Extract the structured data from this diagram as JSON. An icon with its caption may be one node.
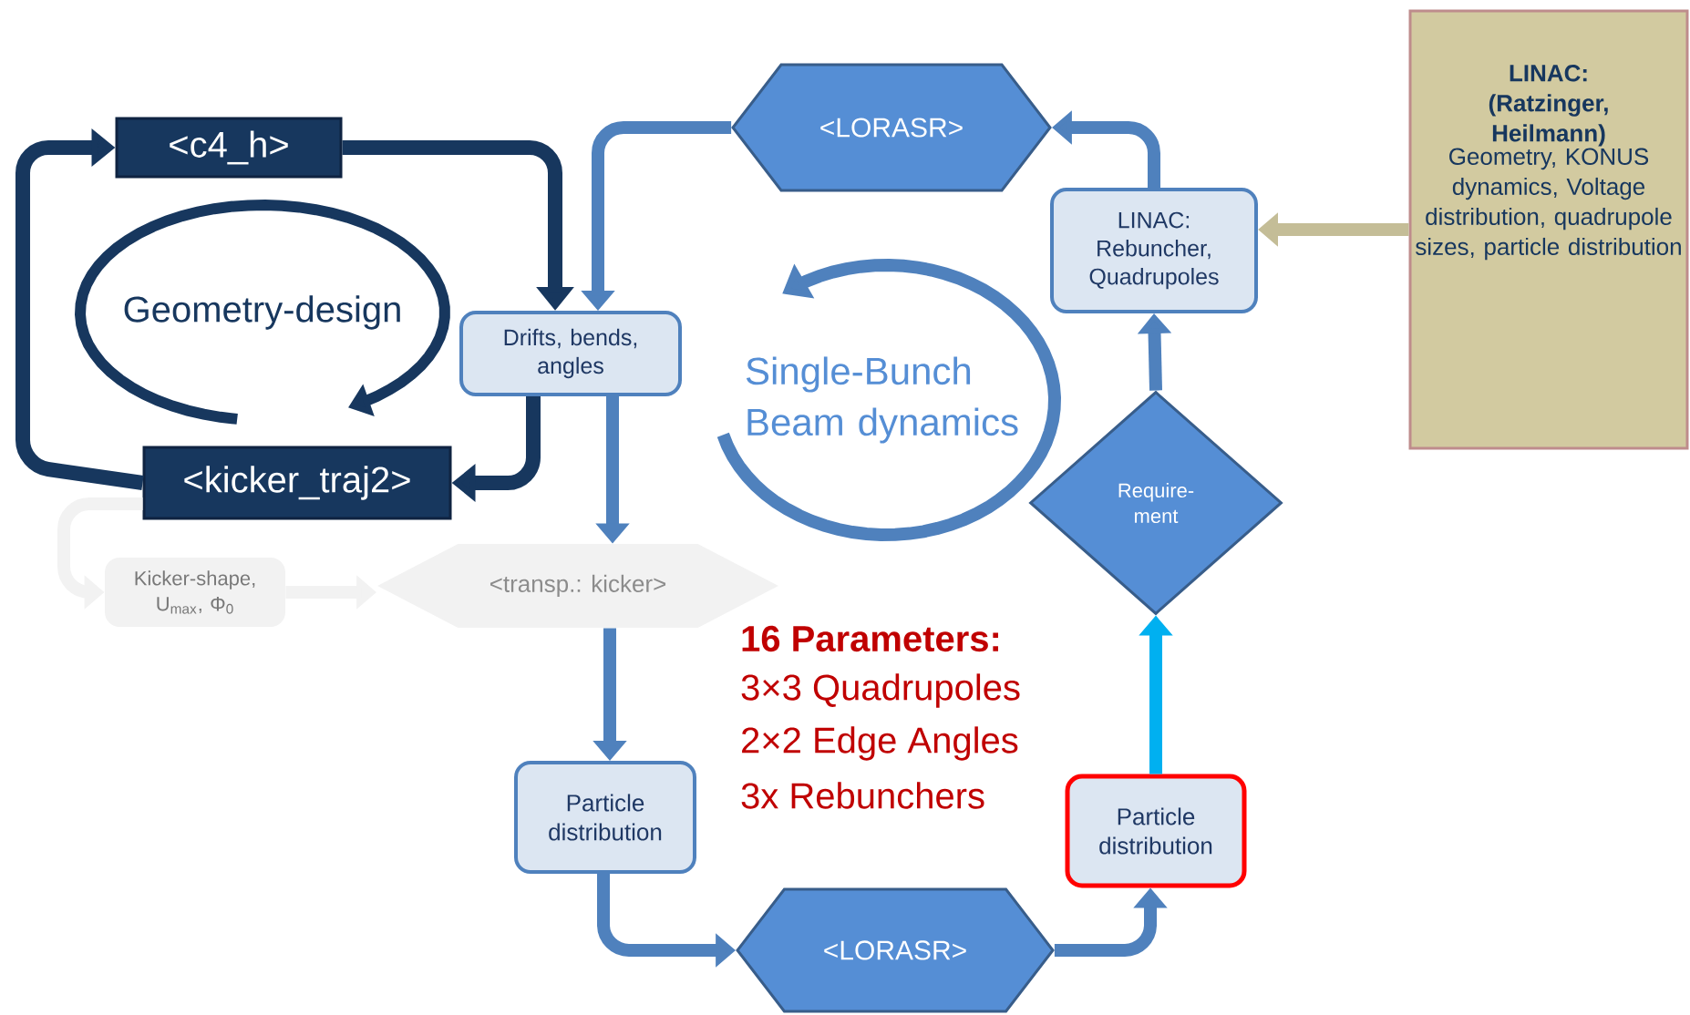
{
  "diagram": {
    "nodes": [
      {
        "text": [
          "<c4_h>"
        ]
      },
      {
        "text": [
          "Geometry-design"
        ]
      },
      {
        "text": [
          "Drifts, bends, angles"
        ]
      },
      {
        "text": [
          "<kicker_traj2>"
        ]
      },
      {
        "text": [
          "Kicker-shape, U$_{max}$, Φ$_{0}$"
        ]
      },
      {
        "text": [
          "<transp.: kicker>"
        ]
      },
      {
        "text": [
          "<LORASR>"
        ]
      },
      {
        "text": [
          "Single-Bunch Beam dynamics"
        ]
      },
      {
        "text": [
          "LINAC: Rebuncher, Quadrupoles"
        ]
      },
      {
        "text": [
          "LINAC: (Ratzinger, Heilmann)",
          "Geometry, KONUS dynamics, Voltage distribution, quadrupole sizes, particle distribution"
        ]
      },
      {
        "text": [
          "Require- ment"
        ]
      },
      {
        "text": [
          "Particle distribution"
        ]
      },
      {
        "text": [
          "<LORASR>"
        ]
      },
      {
        "text": [
          "Particle distribution"
        ]
      }
    ],
    "edges": [
      {
        "from": 0,
        "to": 2,
        "arrow": "to",
        "color": "#17375e"
      },
      {
        "from": 3,
        "to": 0,
        "arrow": "to",
        "color": "#17375e"
      },
      {
        "from": 2,
        "to": 3,
        "arrow": "to",
        "color": "#17375e"
      },
      {
        "from": 6,
        "to": 2,
        "arrow": "to"
      },
      {
        "from": 2,
        "to": 5,
        "arrow": "to"
      },
      {
        "from": 3,
        "to": 4,
        "arrow": "to",
        "color": "#f2f2f2"
      },
      {
        "from": 4,
        "to": 5,
        "arrow": "to",
        "color": "#f2f2f2"
      },
      {
        "from": 5,
        "to": 11,
        "arrow": "to"
      },
      {
        "from": 11,
        "to": 12,
        "arrow": "to"
      },
      {
        "from": 12,
        "to": 13,
        "arrow": "to"
      },
      {
        "from": 13,
        "to": 10,
        "arrow": "to",
        "color": "#00b0f0"
      },
      {
        "from": 10,
        "to": 8,
        "arrow": "to"
      },
      {
        "from": 8,
        "to": 6,
        "arrow": "to"
      },
      {
        "from": 9,
        "to": 8,
        "arrow": "to",
        "color": "#c4bd97"
      }
    ],
    "labels": [
      "16 Parameters:",
      "3×3 Quadrupoles",
      "2×2 Edge Angles",
      "3x Rebunchers"
    ]
  }
}
